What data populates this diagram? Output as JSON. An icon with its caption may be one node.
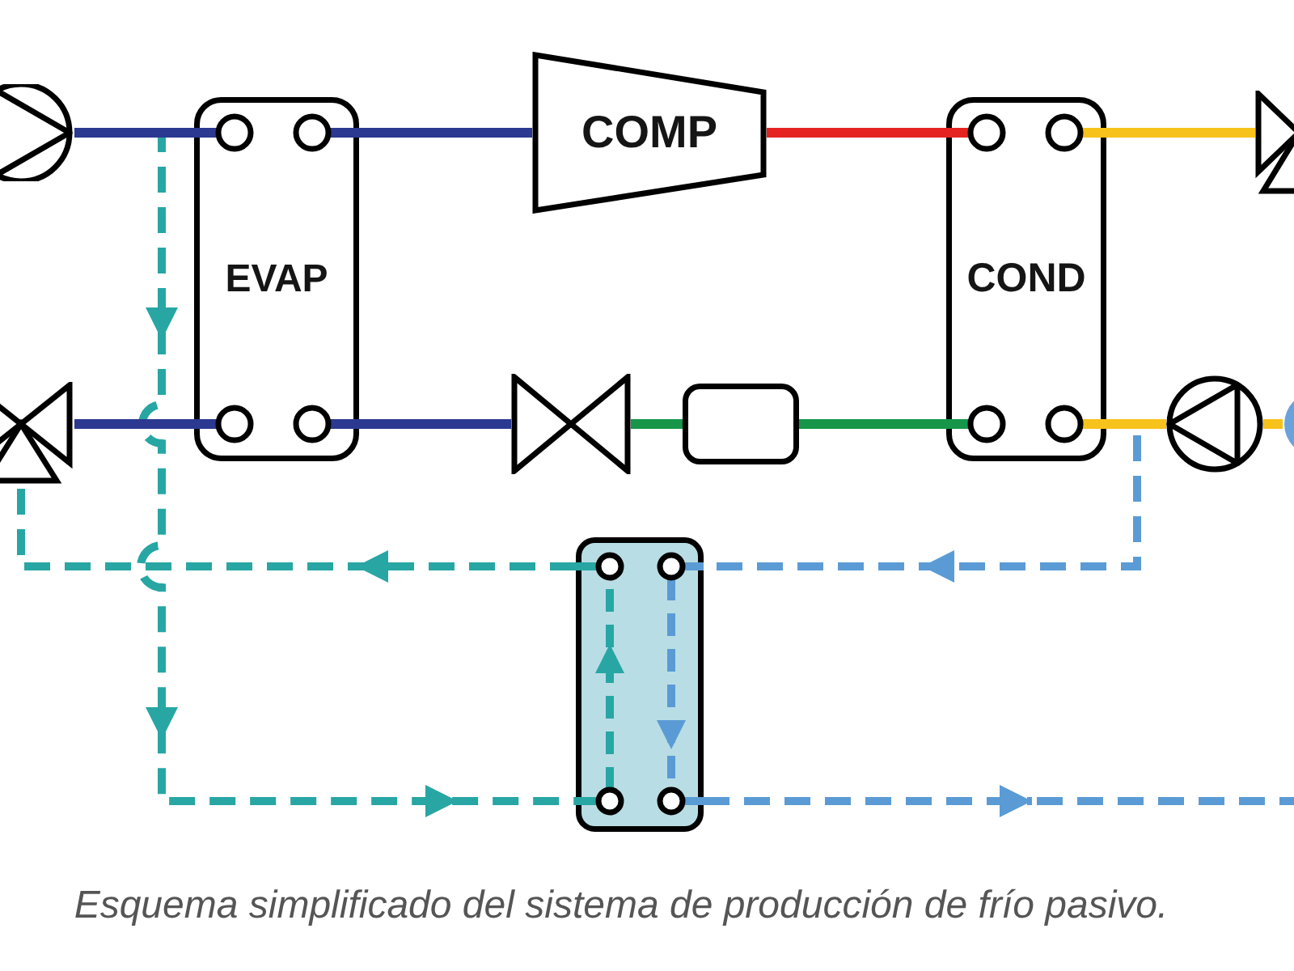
{
  "diagram": {
    "caption": "Esquema simplificado del sistema de producción de frío pasivo.",
    "nodes": [
      {
        "text": [],
        "shape": "pump"
      },
      {
        "text": [
          "EVAP"
        ]
      },
      {
        "text": [
          "COMP"
        ]
      },
      {
        "text": [
          "COND"
        ]
      },
      {
        "text": [],
        "shape": "valve"
      },
      {
        "text": [],
        "shape": "valve"
      },
      {
        "text": [],
        "shape": "valve"
      },
      {
        "text": [],
        "shape": "box"
      },
      {
        "text": [],
        "shape": "pump"
      },
      {
        "text": [],
        "shape": "circle"
      },
      {
        "text": [],
        "shape": "box"
      }
    ],
    "edges": [
      {
        "from": 0,
        "to": 1,
        "arrow": "none",
        "color": "#2b3990"
      },
      {
        "from": 1,
        "to": 2,
        "arrow": "none",
        "color": "#2b3990"
      },
      {
        "from": 2,
        "to": 3,
        "arrow": "none",
        "color": "#e52421"
      },
      {
        "from": 3,
        "to": 4,
        "arrow": "none",
        "color": "#f7c21b"
      },
      {
        "from": 5,
        "to": 1,
        "arrow": "none",
        "color": "#2b3990"
      },
      {
        "from": 1,
        "to": 6,
        "arrow": "none",
        "color": "#2b3990"
      },
      {
        "from": 6,
        "to": 7,
        "arrow": "none",
        "color": "#17964a"
      },
      {
        "from": 7,
        "to": 3,
        "arrow": "none",
        "color": "#17964a"
      },
      {
        "from": 3,
        "to": 8,
        "arrow": "none",
        "color": "#f7c21b"
      },
      {
        "from": 8,
        "to": 9,
        "arrow": "none",
        "color": "#f7c21b"
      },
      {
        "from": 0,
        "to": 10,
        "arrow": "to",
        "style": "dashed",
        "color": "#27a6a4"
      },
      {
        "from": 10,
        "to": 5,
        "arrow": "to",
        "style": "dashed",
        "color": "#27a6a4"
      },
      {
        "from": 8,
        "to": 10,
        "arrow": "to",
        "style": "dashed",
        "color": "#5b9bd5"
      },
      {
        "from": 10,
        "to": null,
        "arrow": "to",
        "style": "dashed",
        "color": "#5b9bd5"
      }
    ]
  }
}
